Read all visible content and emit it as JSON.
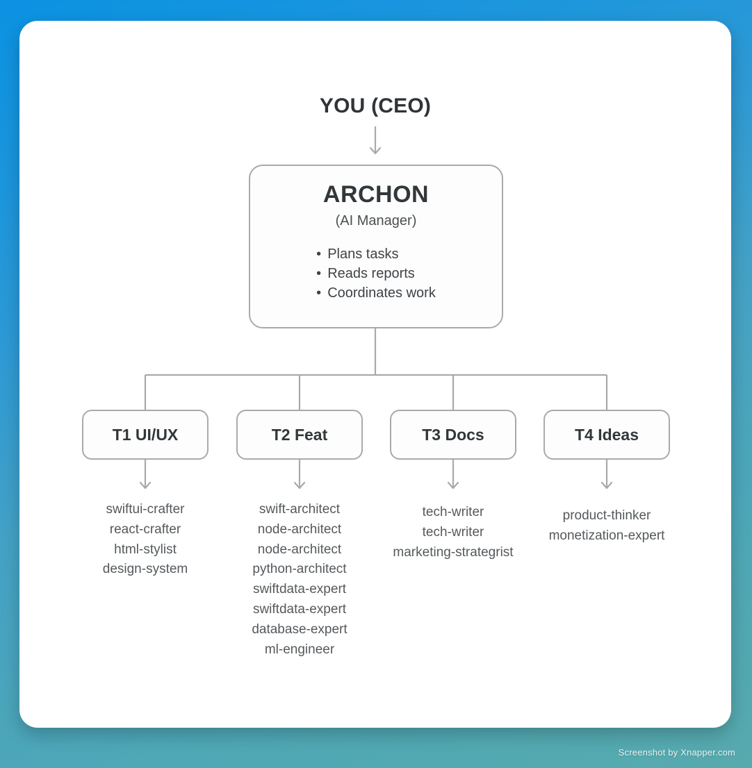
{
  "canvas": {
    "background_top_left": "#0b92e2",
    "background_top_right": "#3099d6",
    "background_bottom_left": "#3fa5b8",
    "background_bottom_right": "#57aaae",
    "card_background": "#ffffff",
    "line_color": "#a7aaad",
    "title_color": "#32373a",
    "body_color": "#55595c"
  },
  "chart_data": {
    "type": "diagram",
    "diagram_kind": "org-chart",
    "title": "YOU (CEO)",
    "root": {
      "name": "ARCHON",
      "subtitle": "(AI Manager)",
      "bullets": [
        "Plans tasks",
        "Reads reports",
        "Coordinates work"
      ]
    },
    "tiers": [
      {
        "label": "T1 UI/UX",
        "agents": [
          "swiftui-crafter",
          "react-crafter",
          "html-stylist",
          "design-system"
        ]
      },
      {
        "label": "T2 Feat",
        "agents": [
          "swift-architect",
          "node-architect",
          "node-architect",
          "python-architect",
          "swiftdata-expert",
          "swiftdata-expert",
          "database-expert",
          "ml-engineer"
        ]
      },
      {
        "label": "T3 Docs",
        "agents": [
          "tech-writer",
          "tech-writer",
          "marketing-strategrist"
        ]
      },
      {
        "label": "T4 Ideas",
        "agents": [
          "product-thinker",
          "monetization-expert"
        ]
      }
    ]
  },
  "header": {
    "ceo_label": "YOU (CEO)"
  },
  "archon": {
    "name": "ARCHON",
    "subtitle": "(AI Manager)",
    "bullets": [
      {
        "text": "Plans tasks"
      },
      {
        "text": "Reads reports"
      },
      {
        "text": "Coordinates work"
      }
    ]
  },
  "tiers": [
    {
      "id": "t1",
      "label": "T1 UI/UX",
      "agents": [
        {
          "name": "swiftui-crafter"
        },
        {
          "name": "react-crafter"
        },
        {
          "name": "html-stylist"
        },
        {
          "name": "design-system"
        }
      ]
    },
    {
      "id": "t2",
      "label": "T2 Feat",
      "agents": [
        {
          "name": "swift-architect"
        },
        {
          "name": "node-architect"
        },
        {
          "name": "node-architect"
        },
        {
          "name": "python-architect"
        },
        {
          "name": "swiftdata-expert"
        },
        {
          "name": "swiftdata-expert"
        },
        {
          "name": "database-expert"
        },
        {
          "name": "ml-engineer"
        }
      ]
    },
    {
      "id": "t3",
      "label": "T3 Docs",
      "agents": [
        {
          "name": "tech-writer"
        },
        {
          "name": "tech-writer"
        },
        {
          "name": "marketing-strategrist"
        }
      ]
    },
    {
      "id": "t4",
      "label": "T4 Ideas",
      "agents": [
        {
          "name": "product-thinker"
        },
        {
          "name": "monetization-expert"
        }
      ]
    }
  ],
  "icons": {
    "arrow_down": "arrow-down-icon",
    "bullet": "bullet-dot-icon"
  },
  "footer": {
    "watermark": "Screenshot by Xnapper.com"
  }
}
